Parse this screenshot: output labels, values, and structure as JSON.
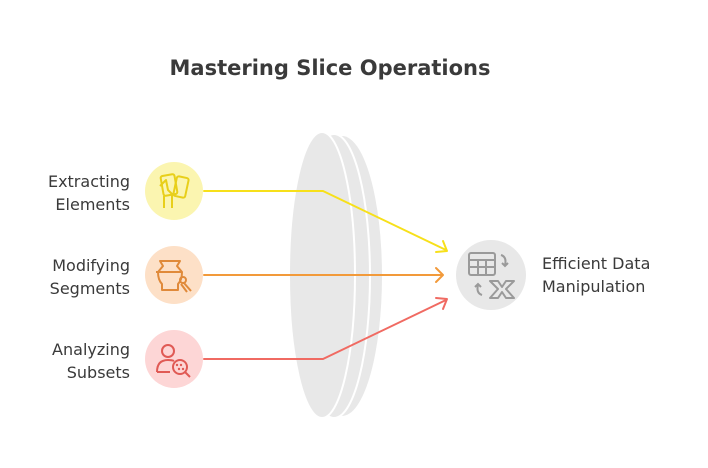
{
  "title": "Mastering Slice Operations",
  "inputs": [
    {
      "line1": "Extracting",
      "line2": "Elements",
      "icon": "hand-holding-cards-icon",
      "color": "#f5de1c",
      "bg": "#fbf5b0"
    },
    {
      "line1": "Modifying",
      "line2": "Segments",
      "icon": "vase-brush-icon",
      "color": "#e58a2e",
      "bg": "#fde0c7"
    },
    {
      "line1": "Analyzing",
      "line2": "Subsets",
      "icon": "user-magnifier-icon",
      "color": "#e25a55",
      "bg": "#fdd6d6"
    }
  ],
  "output": {
    "line1": "Efficient Data",
    "line2": "Manipulation",
    "icon": "table-transform-icon"
  },
  "colors": {
    "lens": "#e8e8e8",
    "output_bg": "#e8e8e8",
    "output_icon": "#9a9a9a",
    "arrow_yellow": "#f7e01a",
    "arrow_orange": "#f29a3a",
    "arrow_red": "#f06a62"
  }
}
